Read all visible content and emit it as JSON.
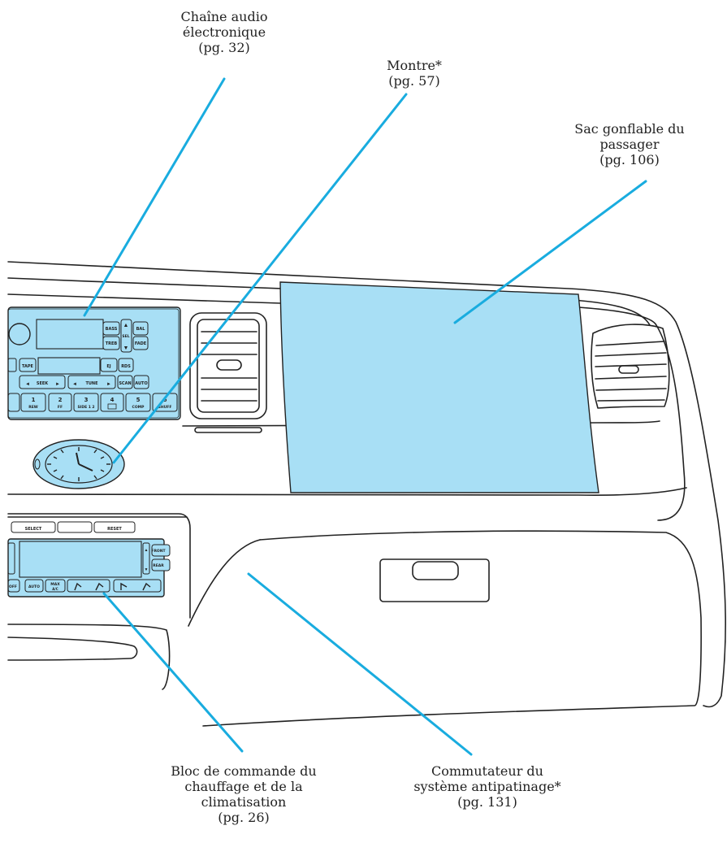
{
  "colors": {
    "callout_line": "#19acdf",
    "highlight_fill": "#a8dff5",
    "outline": "#222222"
  },
  "callouts": {
    "audio": {
      "lines": [
        "Chaîne audio",
        "électronique",
        "(pg. 32)"
      ]
    },
    "clock": {
      "lines": [
        "Montre*",
        "(pg. 57)"
      ]
    },
    "airbag": {
      "lines": [
        "Sac gonflable du",
        "passager",
        "(pg. 106)"
      ]
    },
    "climate": {
      "lines": [
        "Bloc de commande du",
        "chauffage et de la",
        "climatisation",
        "(pg. 26)"
      ]
    },
    "traction": {
      "lines": [
        "Commutateur du",
        "système antipatinage*",
        "(pg. 131)"
      ]
    }
  },
  "radio": {
    "bass": "BASS",
    "treb": "TREB",
    "sel": "SEL",
    "bal": "BAL",
    "fade": "FADE",
    "tape": "TAPE",
    "ej": "EJ",
    "rds": "RDS",
    "seek": "SEEK",
    "tune": "TUNE",
    "scan": "SCAN",
    "auto": "AUTO",
    "presets": [
      {
        "num": "1",
        "sub": "REW"
      },
      {
        "num": "2",
        "sub": "FF"
      },
      {
        "num": "3",
        "sub": "SIDE 1 2"
      },
      {
        "num": "4",
        "sub": ""
      },
      {
        "num": "5",
        "sub": "COMP"
      },
      {
        "num": "6",
        "sub": "SHUFF"
      }
    ]
  },
  "climate_panel": {
    "select": "SELECT",
    "reset": "RESET",
    "front": "FRONT",
    "rear": "REAR",
    "off": "OFF",
    "auto": "AUTO",
    "max": "MAX",
    "ac": "A/C"
  }
}
